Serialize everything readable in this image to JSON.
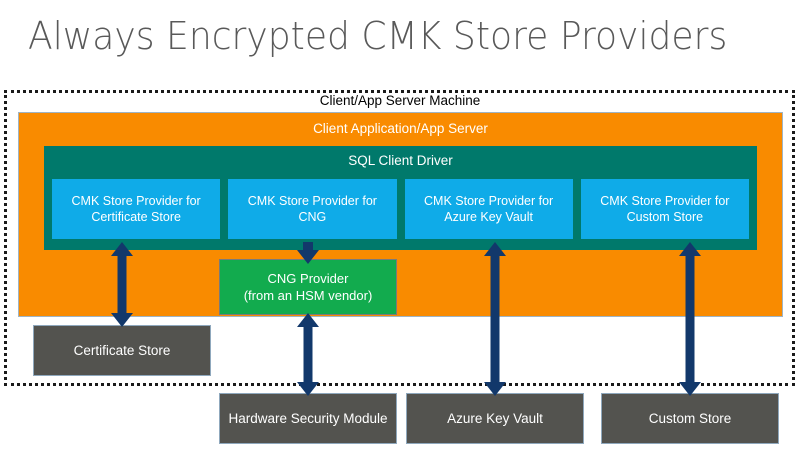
{
  "title": "Always Encrypted CMK Store Providers",
  "diagram": {
    "boundary_label": "Client/App Server Machine",
    "app_container_label": "Client Application/App Server",
    "driver_label": "SQL Client Driver",
    "providers": [
      {
        "label": "CMK Store Provider for Certificate Store"
      },
      {
        "label": "CMK Store Provider for CNG"
      },
      {
        "label": "CMK Store Provider for Azure Key Vault"
      },
      {
        "label": "CMK Store Provider for Custom Store"
      }
    ],
    "cng_provider": {
      "line1": "CNG Provider",
      "line2": "(from an HSM vendor)"
    },
    "stores": [
      {
        "label": "Certificate Store"
      },
      {
        "label": "Hardware Security Module"
      },
      {
        "label": "Azure Key Vault"
      },
      {
        "label": "Custom Store"
      }
    ],
    "colors": {
      "title_text": "#595959",
      "app_container": "#F98B00",
      "driver": "#00796B",
      "provider": "#0FABE8",
      "cng_provider": "#12AB4E",
      "store": "#53534F",
      "arrow": "#12386B",
      "boundary": "#1A1A1A"
    }
  }
}
